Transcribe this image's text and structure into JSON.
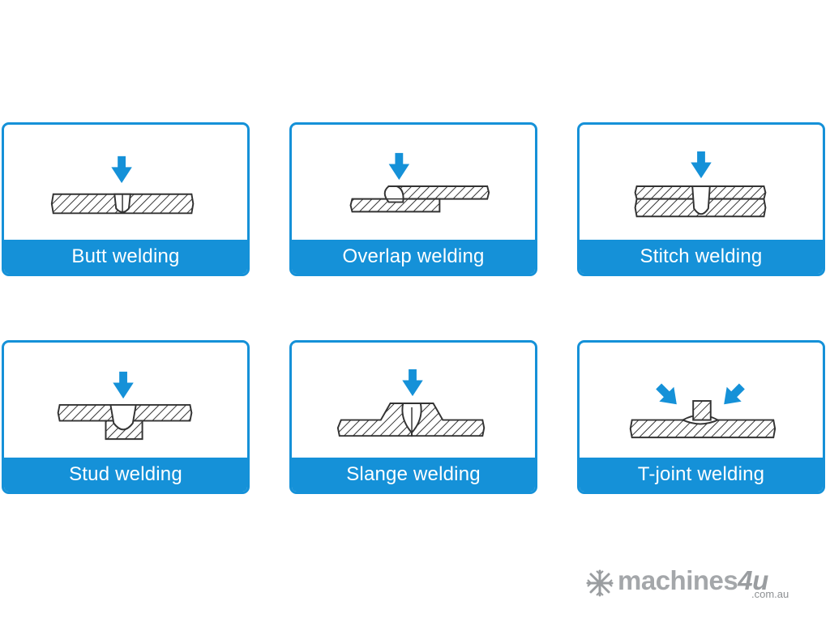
{
  "cards": [
    {
      "id": "butt",
      "label": "Butt welding"
    },
    {
      "id": "overlap",
      "label": "Overlap welding"
    },
    {
      "id": "stitch",
      "label": "Stitch welding"
    },
    {
      "id": "stud",
      "label": "Stud welding"
    },
    {
      "id": "slange",
      "label": "Slange welding"
    },
    {
      "id": "tjoint",
      "label": "T-joint welding"
    }
  ],
  "logo": {
    "name_main": "machines",
    "name_suffix": "4u",
    "domain": ".com.au"
  },
  "colors": {
    "accent": "#1591d8",
    "label_text": "#ffffff",
    "hatch": "#333333",
    "logo_gray": "#a4a7aa"
  },
  "icons": [
    "arrow-down-icon",
    "arrow-diagonal-icon",
    "machines4u-logo-icon"
  ]
}
